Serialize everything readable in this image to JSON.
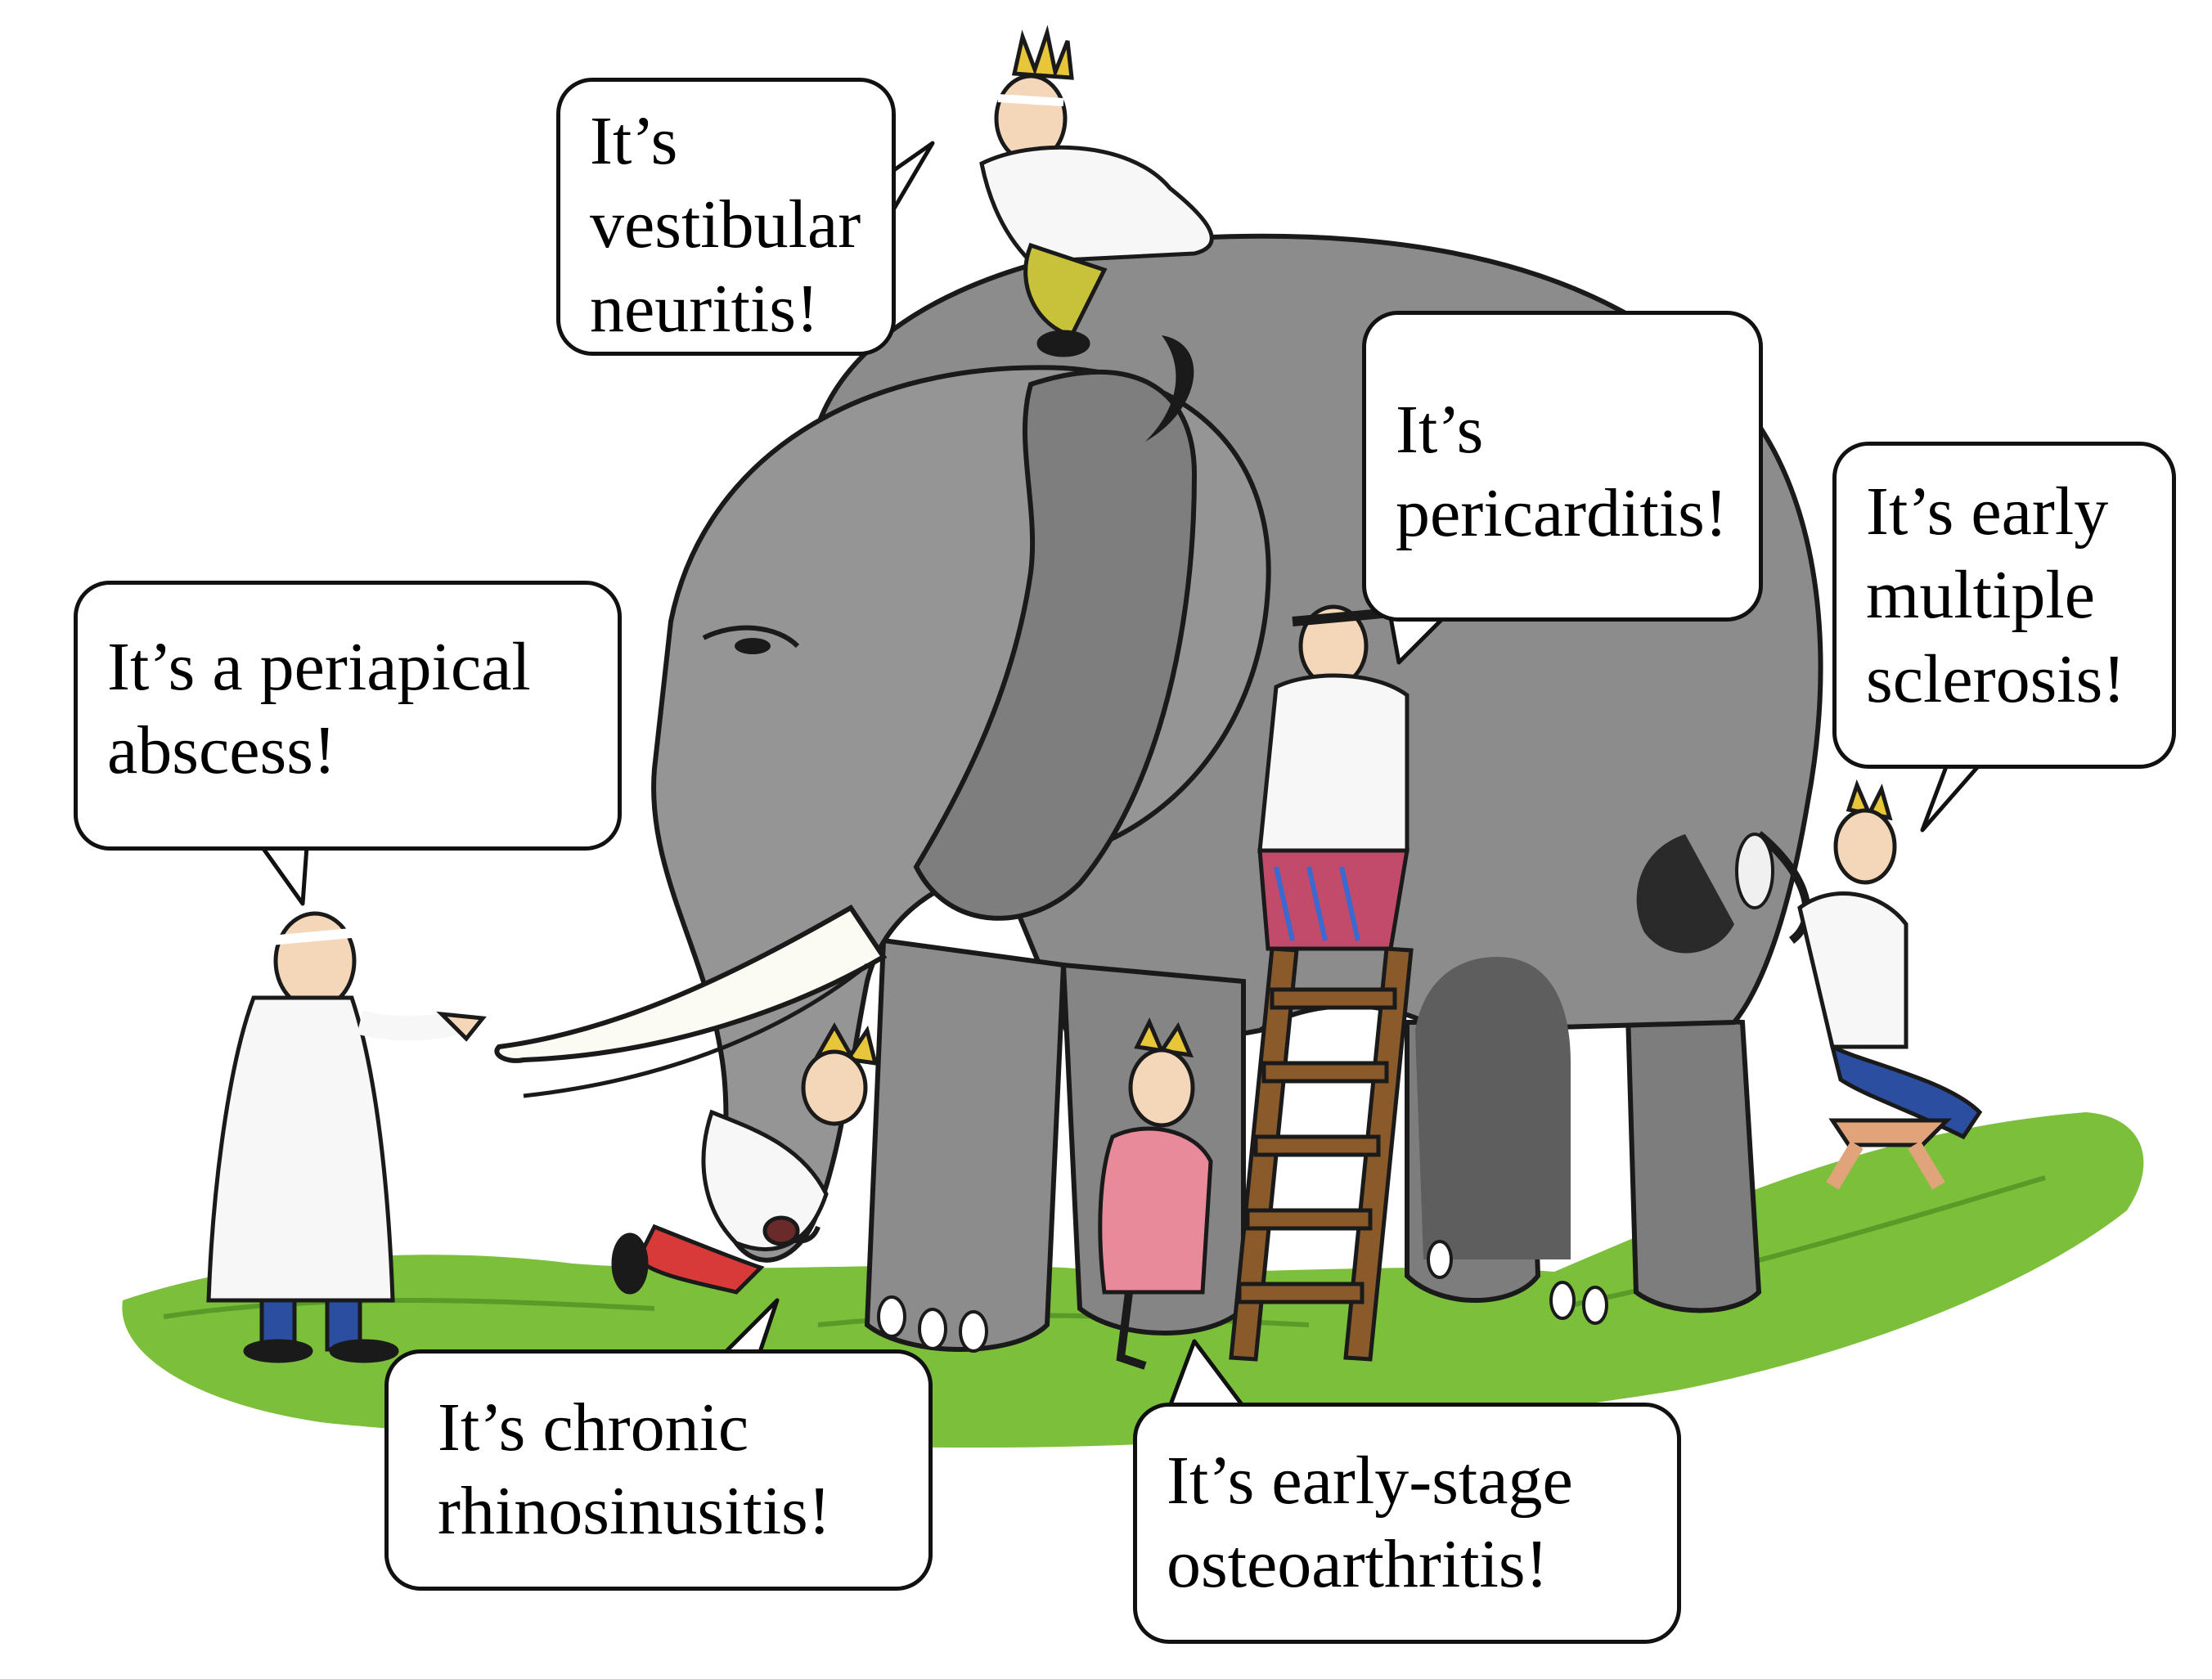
{
  "bubbles": {
    "top_head": {
      "lines": [
        "It’s",
        "vestibular",
        "neuritis!"
      ]
    },
    "middle_ladder": {
      "lines": [
        "It’s",
        "pericarditis!"
      ]
    },
    "right_tail": {
      "lines": [
        "It’s early",
        "multiple",
        "sclerosis!"
      ]
    },
    "left_tusk": {
      "lines": [
        "It’s a periapical",
        "abscess!"
      ]
    },
    "bottom_trunk": {
      "lines": [
        "It’s chronic",
        "rhinosinusitis!"
      ]
    },
    "bottom_leg": {
      "lines": [
        "It’s early-stage",
        "osteoarthritis!"
      ]
    }
  },
  "colors": {
    "elephant": "#8c8c8c",
    "elephant_shadow": "#6b6b6b",
    "grass": "#7bbf3a",
    "coat": "#f7f7f7",
    "outline": "#1a1a1a",
    "ladder": "#8a5a2b",
    "tusk": "#fbfbf3",
    "blue_pants": "#2b4ea0",
    "red_pants": "#d83a3a",
    "pink_dress": "#e88a9a",
    "yellow_hair": "#e8c63a",
    "olive_pants": "#c7c23a",
    "stool": "#e0a37a"
  },
  "illustration": {
    "subject": "elephant-icon",
    "figures": [
      "head-examiner-figure",
      "tusk-examiner-figure",
      "trunk-examiner-figure",
      "leg-examiner-figure",
      "ladder-examiner-figure",
      "tail-examiner-figure"
    ]
  }
}
